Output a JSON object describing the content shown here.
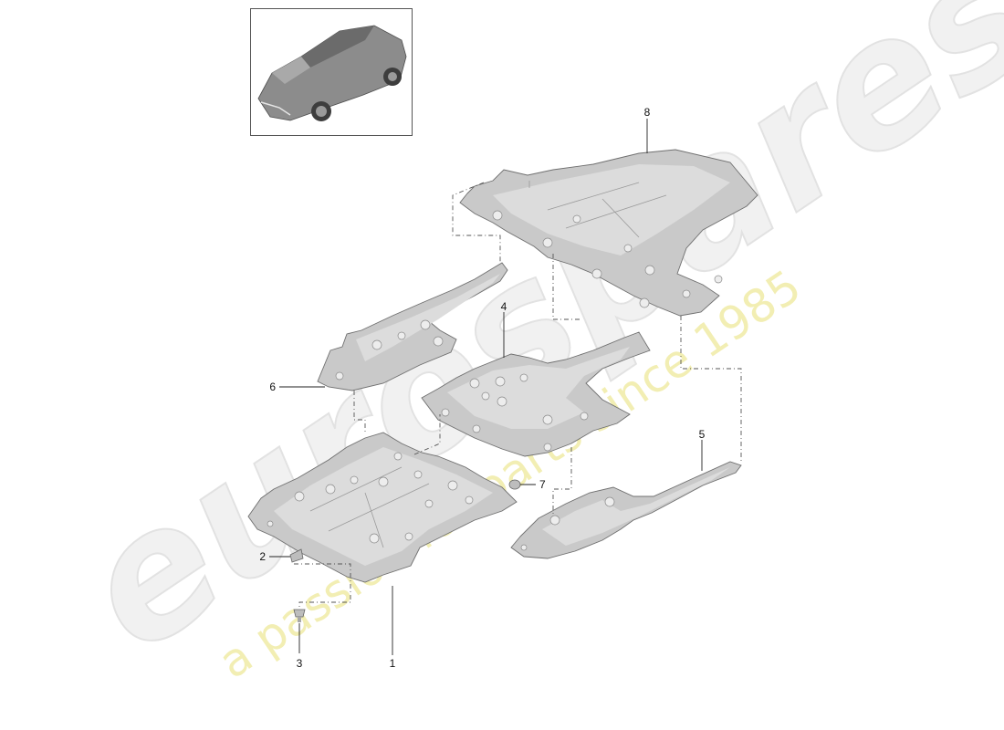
{
  "watermark": {
    "logo_text": "eurospares",
    "tagline": "a passion for parts since 1985"
  },
  "thumbnail": {
    "icon": "car-icon"
  },
  "callouts": {
    "c1": "1",
    "c2": "2",
    "c3": "3",
    "c4": "4",
    "c5": "5",
    "c6": "6",
    "c7": "7",
    "c8": "8"
  },
  "colors": {
    "panel": "#c9c9c9",
    "panel_edge": "#6f6f6f",
    "watermark_logo": "#f1f1f1",
    "watermark_tagline": "#f2eeb3"
  }
}
